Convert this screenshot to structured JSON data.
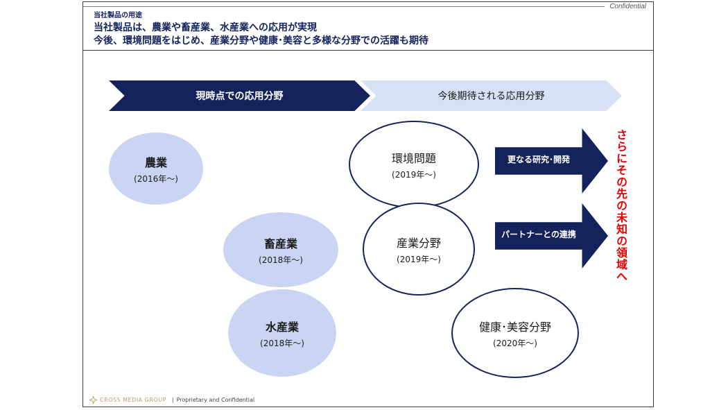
{
  "header": {
    "confidential": "Confidential",
    "section": "当社製品の用途",
    "headline": [
      "当社製品は、農業や畜産業、水産業への応用が実現",
      "今後、環境問題をはじめ、産業分野や健康･美容と多様な分野での活躍も期待"
    ]
  },
  "phases": {
    "current": "現時点での応用分野",
    "future": "今後期待される応用分野"
  },
  "current_fields": [
    {
      "name": "農業",
      "year": "(2016年～)"
    },
    {
      "name": "畜産業",
      "year": "(2018年～)"
    },
    {
      "name": "水産業",
      "year": "(2018年～)"
    }
  ],
  "future_fields": [
    {
      "name": "環境問題",
      "year": "(2019年～)"
    },
    {
      "name": "産業分野",
      "year": "(2019年～)"
    },
    {
      "name": "健康･美容分野",
      "year": "(2020年～)"
    }
  ],
  "actions": [
    "更なる研究･開発",
    "パートナーとの連携"
  ],
  "side_text": "さらにその先の未知の領域へ",
  "footer": {
    "company": "CROSS MEDIA GROUP",
    "separator": "|",
    "text": "Proprietary and Confidential"
  },
  "colors": {
    "navy": "#14235c",
    "light_blue": "#c9d5f2",
    "pale_blue": "#d6e1f6",
    "red": "#e60000",
    "gold": "#b6a16a"
  }
}
